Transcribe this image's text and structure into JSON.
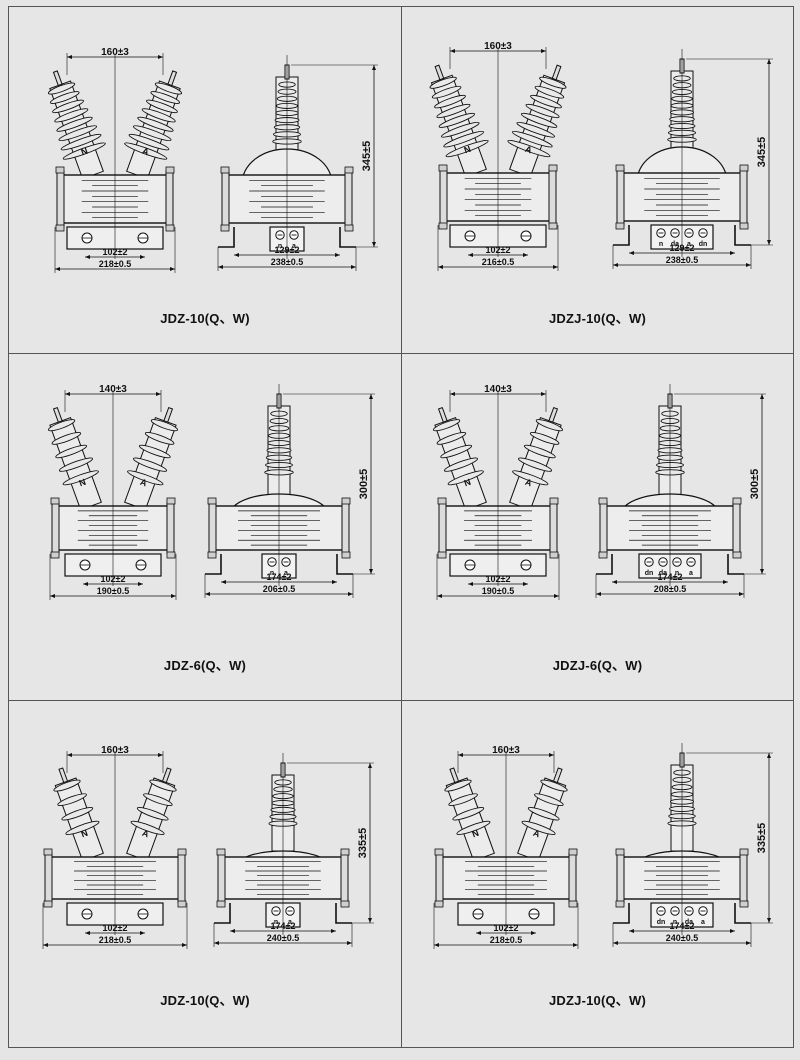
{
  "panels": [
    {
      "title": "JDZ-10(Q、W)",
      "top_dim": "160±3",
      "height_dim": "345±5",
      "side_dims": [
        "102±2",
        "218±0.5"
      ],
      "front_dims": [
        "129±2",
        "238±0.5"
      ],
      "bushing_marks": [
        "N",
        "A"
      ],
      "terminals": [
        "n",
        "a"
      ]
    },
    {
      "title": "JDZJ-10(Q、W)",
      "top_dim": "160±3",
      "height_dim": "345±5",
      "side_dims": [
        "102±2",
        "216±0.5"
      ],
      "front_dims": [
        "129±2",
        "238±0.5"
      ],
      "bushing_marks": [
        "N",
        "A"
      ],
      "terminals": [
        "n",
        "da",
        "a",
        "dn"
      ]
    },
    {
      "title": "JDZ-6(Q、W)",
      "top_dim": "140±3",
      "height_dim": "300±5",
      "side_dims": [
        "102±2",
        "190±0.5"
      ],
      "front_dims": [
        "174±2",
        "206±0.5"
      ],
      "bushing_marks": [
        "N",
        "A"
      ],
      "terminals": [
        "n",
        "a"
      ]
    },
    {
      "title": "JDZJ-6(Q、W)",
      "top_dim": "140±3",
      "height_dim": "300±5",
      "side_dims": [
        "102±2",
        "190±0.5"
      ],
      "front_dims": [
        "174±2",
        "208±0.5"
      ],
      "bushing_marks": [
        "N",
        "A"
      ],
      "terminals": [
        "dn",
        "da",
        "n",
        "a"
      ]
    },
    {
      "title": "JDZ-10(Q、W)",
      "top_dim": "160±3",
      "height_dim": "335±5",
      "side_dims": [
        "102±2",
        "218±0.5"
      ],
      "front_dims": [
        "174±2",
        "240±0.5"
      ],
      "bushing_marks": [
        "N",
        "A"
      ],
      "terminals": [
        "n",
        "a"
      ]
    },
    {
      "title": "JDZJ-10(Q、W)",
      "top_dim": "160±3",
      "height_dim": "335±5",
      "side_dims": [
        "102±2",
        "218±0.5"
      ],
      "front_dims": [
        "174±2",
        "240±0.5"
      ],
      "bushing_marks": [
        "N",
        "A"
      ],
      "terminals": [
        "dn",
        "n",
        "da",
        "a"
      ]
    }
  ]
}
